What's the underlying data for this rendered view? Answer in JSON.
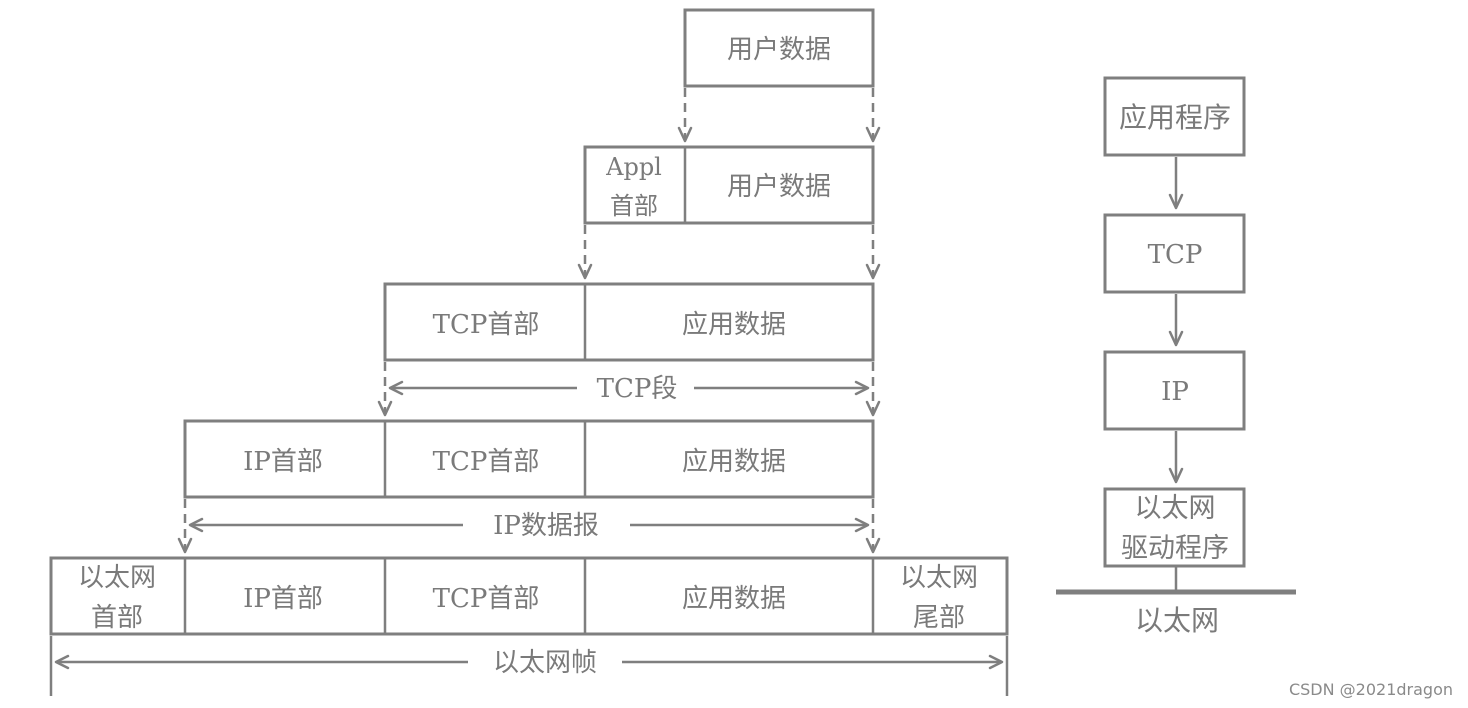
{
  "left": {
    "row1": {
      "user_data": "用户数据"
    },
    "row2": {
      "appl_header_l1": "Appl",
      "appl_header_l2": "首部",
      "user_data": "用户数据"
    },
    "row3": {
      "tcp_header": "TCP首部",
      "app_data": "应用数据",
      "span_label": "TCP段"
    },
    "row4": {
      "ip_header": "IP首部",
      "tcp_header": "TCP首部",
      "app_data": "应用数据",
      "span_label": "IP数据报"
    },
    "row5": {
      "eth_header_l1": "以太网",
      "eth_header_l2": "首部",
      "ip_header": "IP首部",
      "tcp_header": "TCP首部",
      "app_data": "应用数据",
      "eth_trailer_l1": "以太网",
      "eth_trailer_l2": "尾部",
      "span_label": "以太网帧"
    }
  },
  "right": {
    "app": "应用程序",
    "tcp": "TCP",
    "ip": "IP",
    "driver_l1": "以太网",
    "driver_l2": "驱动程序",
    "ethernet": "以太网"
  },
  "watermark": "CSDN @2021dragon"
}
